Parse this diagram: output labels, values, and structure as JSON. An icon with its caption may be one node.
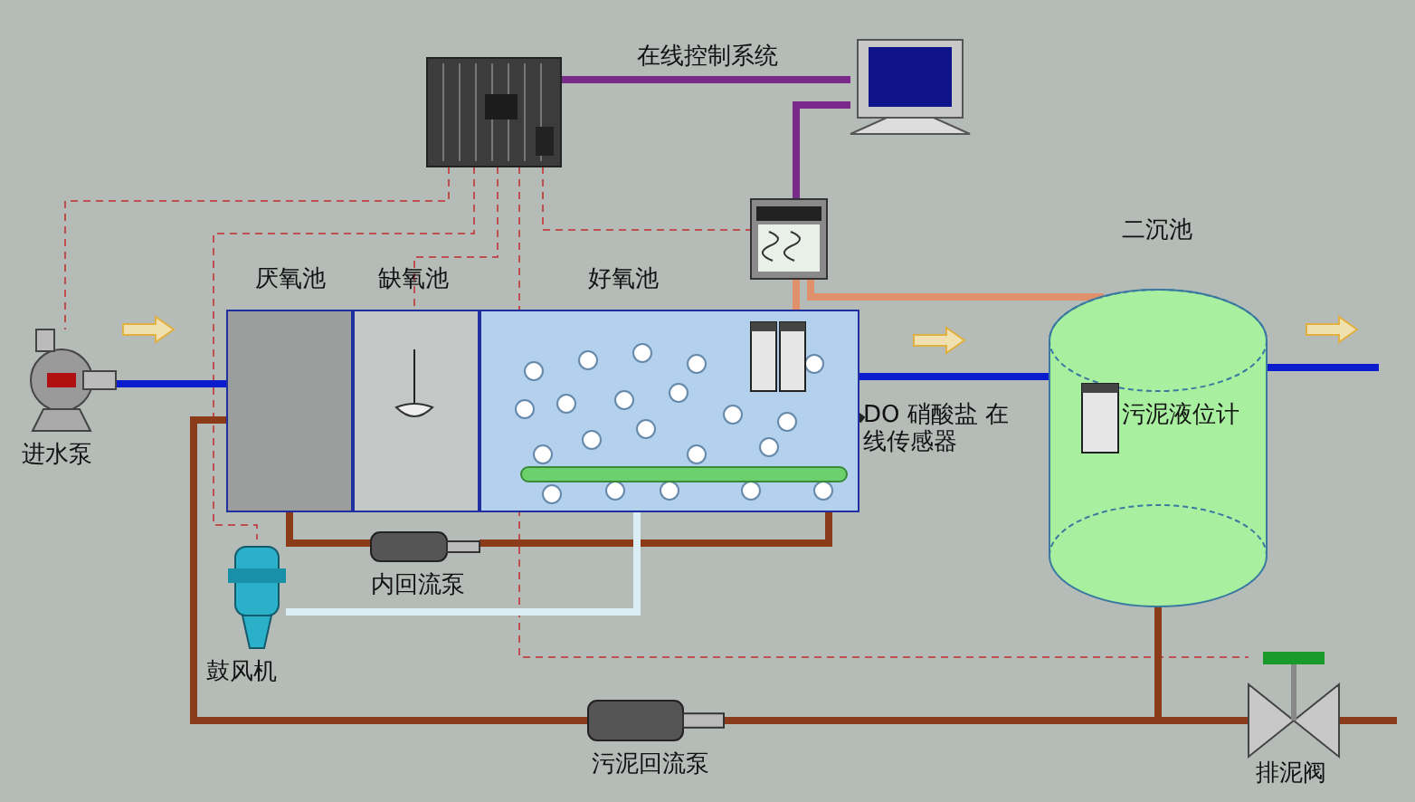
{
  "diagram": {
    "nodes": [
      {
        "text": [],
        "shape": "picture"
      },
      {
        "text": [],
        "shape": "picture"
      },
      {
        "text": [],
        "shape": "picture"
      },
      {
        "text": [
          "进水泵"
        ]
      },
      {
        "text": [
          "厌氧池"
        ]
      },
      {
        "text": [
          "缺氧池"
        ]
      },
      {
        "text": [
          "好氧池"
        ]
      },
      {
        "text": [],
        "shape": "picture",
        "in": 6
      },
      {
        "text": [
          "DO 硝酸盐 在线传感器"
        ]
      },
      {
        "text": [],
        "shape": "picture",
        "in": 5
      },
      {
        "text": [],
        "shape": "bar",
        "in": 6
      },
      {
        "text": [
          "二沉池"
        ]
      },
      {
        "text": [
          "污泥液位计"
        ],
        "in": 11
      },
      {
        "text": [
          "内回流泵"
        ]
      },
      {
        "text": [
          "鼓风机"
        ]
      },
      {
        "text": [
          "污泥回流泵"
        ]
      },
      {
        "text": [
          "排泥阀"
        ]
      }
    ],
    "edges": [
      {
        "from": 0,
        "to": 1,
        "arrow": "none",
        "label": "在线控制系统",
        "color": "#7a2a8a"
      },
      {
        "from": 1,
        "to": 2,
        "arrow": "none",
        "color": "#7a2a8a"
      },
      {
        "from": 2,
        "to": 7,
        "arrow": "none",
        "color": "#e0906a"
      },
      {
        "from": 2,
        "to": 12,
        "arrow": "none",
        "color": "#e0906a"
      },
      {
        "from": 0,
        "to": 3,
        "arrow": "none",
        "style": "dashed"
      },
      {
        "from": 0,
        "to": 9,
        "arrow": "none",
        "style": "dashed"
      },
      {
        "from": 0,
        "to": 14,
        "arrow": "none",
        "style": "dashed"
      },
      {
        "from": 0,
        "to": 2,
        "arrow": "none",
        "style": "dashed"
      },
      {
        "from": 0,
        "to": 16,
        "arrow": "none",
        "style": "dashed"
      },
      {
        "from": 3,
        "to": 4,
        "arrow": "none",
        "color": "#0a1ccc"
      },
      {
        "from": 6,
        "to": 11,
        "arrow": "none",
        "color": "#0a1ccc"
      },
      {
        "from": 11,
        "to": null,
        "arrow": "none",
        "color": "#0a1ccc"
      },
      {
        "from": 6,
        "to": 13,
        "arrow": "none",
        "color": "#8b3a1a"
      },
      {
        "from": 13,
        "to": 4,
        "arrow": "none",
        "color": "#8b3a1a"
      },
      {
        "from": 14,
        "to": 10,
        "arrow": "none",
        "color": "#dceef4"
      },
      {
        "from": 11,
        "to": 15,
        "arrow": "none",
        "color": "#8b3a1a"
      },
      {
        "from": 15,
        "to": 4,
        "arrow": "none",
        "color": "#8b3a1a"
      },
      {
        "from": 11,
        "to": 16,
        "arrow": "none",
        "color": "#8b3a1a"
      },
      {
        "from": 16,
        "to": null,
        "arrow": "none",
        "color": "#8b3a1a"
      },
      {
        "from": 8,
        "to": 7,
        "arrow": "none",
        "color": "#222222"
      }
    ]
  }
}
